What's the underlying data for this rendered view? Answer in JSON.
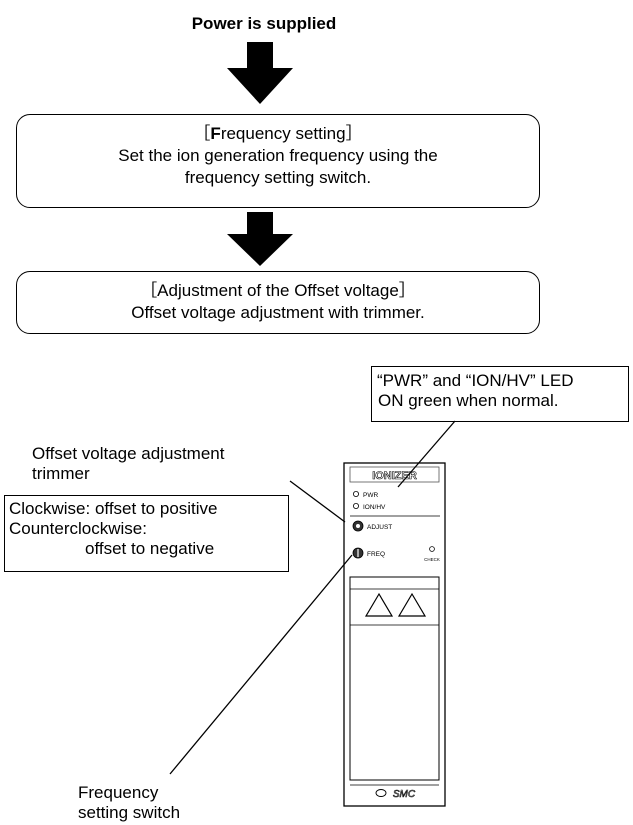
{
  "heading": "Power is supplied",
  "step1": {
    "title_bracket_open": "［",
    "title_first_letter": "F",
    "title_rest": "requency setting",
    "title_bracket_close": "］",
    "line1": "Set the ion generation frequency using the",
    "line2": "frequency setting switch."
  },
  "step2": {
    "title": "［Adjustment of the Offset voltage］",
    "line1": "Offset voltage adjustment with trimmer."
  },
  "led_note": {
    "line1": "“PWR” and “ION/HV” LED",
    "line2": "ON green when normal."
  },
  "trimmer_label": {
    "line1": "Offset voltage adjustment",
    "line2": "trimmer"
  },
  "direction_note": {
    "line1": "Clockwise: offset to positive",
    "line2": "Counterclockwise:",
    "line3": "offset to negative"
  },
  "freq_label": {
    "line1": "Frequency",
    "line2": "setting switch"
  },
  "device": {
    "name": "IONIZER",
    "led_pwr": "PWR",
    "led_ionhv": "ION/HV",
    "adjust": "ADJUST",
    "freq": "FREQ",
    "check": "CHECK",
    "brand": "SMC"
  }
}
